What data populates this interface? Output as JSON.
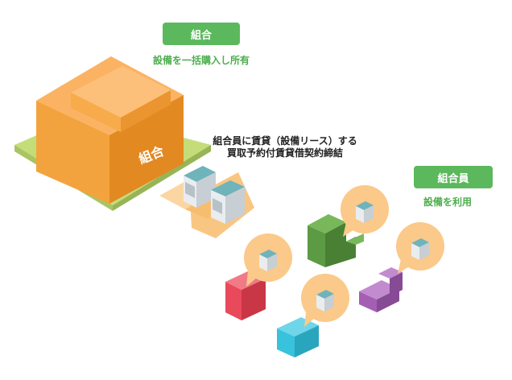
{
  "union": {
    "badge": "組合",
    "caption": "設備を一括購入し所有",
    "building_label": "組合"
  },
  "contract_note": {
    "line1": "組合員に賃貸（設備リース）する",
    "line2": "買取予約付賃貸借契約締結"
  },
  "members": {
    "badge": "組合員",
    "caption": "設備を利用"
  },
  "colors": {
    "badge_green": "#5cb85c",
    "caption_green": "#4cae4c",
    "building_orange": "#f5a13a",
    "ground_green": "#b6d36b",
    "arrow_peach": "#f9cc8f",
    "bubble_peach": "#fbc98a",
    "member_red": "#e94a5b",
    "member_green": "#5d9a44",
    "member_cyan": "#38c2dc",
    "member_purple": "#a45fb3",
    "equipment_teal": "#5b9ea6"
  }
}
